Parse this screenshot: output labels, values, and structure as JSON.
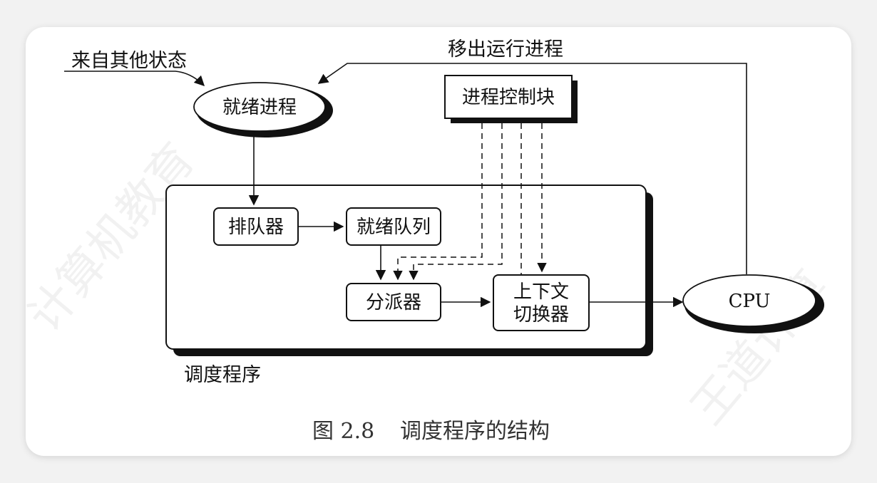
{
  "diagram": {
    "labels": {
      "from_other_states": "来自其他状态",
      "move_out_running": "移出运行进程",
      "scheduler": "调度程序"
    },
    "nodes": {
      "ready_process": "就绪进程",
      "pcb": "进程控制块",
      "queuer": "排队器",
      "ready_queue": "就绪队列",
      "dispatcher": "分派器",
      "context_switcher_line1": "上下文",
      "context_switcher_line2": "切换器",
      "cpu": "CPU"
    },
    "caption": {
      "figure_number": "图 2.8",
      "title": "调度程序的结构"
    }
  },
  "watermark": {
    "left": "计算机教育",
    "right": "王道计算"
  }
}
